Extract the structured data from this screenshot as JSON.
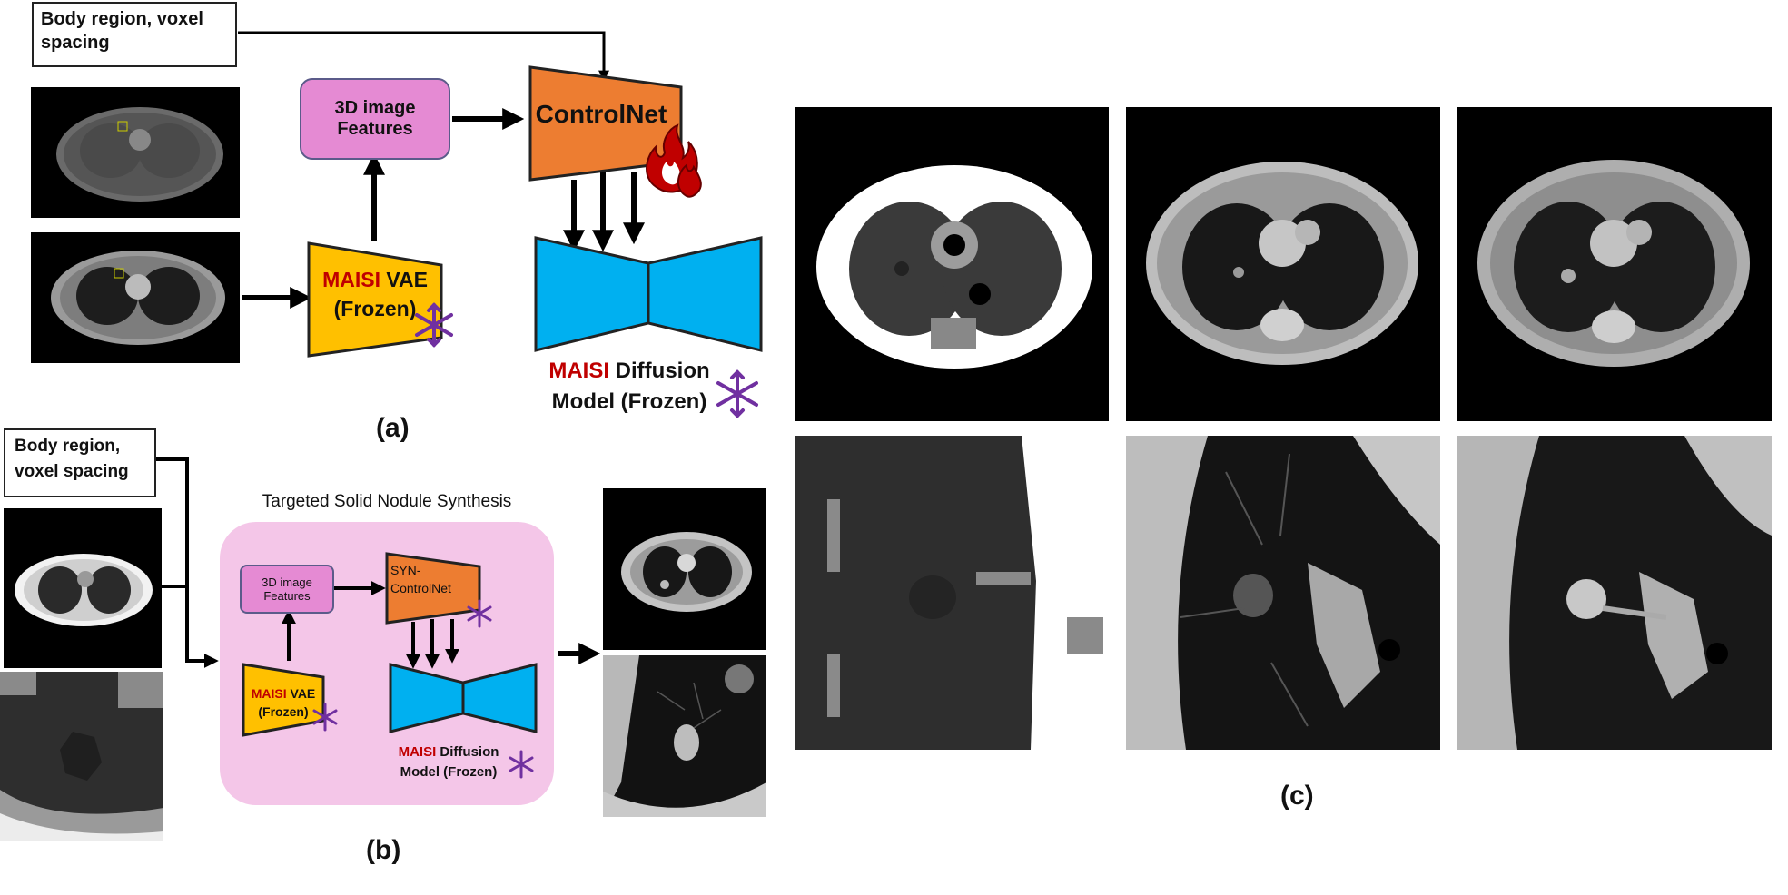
{
  "colors": {
    "vae": "#ffc000",
    "controlnet": "#ed7d31",
    "diffusion": "#00b0f0",
    "features": "#e58ad3",
    "pinkbox": "#f4c6e8",
    "maisi_red": "#c00000",
    "snowflake": "#7030a0",
    "flame": "#c00000"
  },
  "panel_a": {
    "condition_box": "Body region, voxel spacing",
    "features_box": "3D image Features",
    "controlnet": "ControlNet",
    "vae_red": "MAISI",
    "vae_rest": " VAE",
    "vae_frozen": "(Frozen)",
    "diff_red": "MAISI",
    "diff_rest": " Diffusion",
    "diff_frozen": "Model (Frozen)",
    "label": "(a)"
  },
  "panel_b": {
    "condition_box": "Body region, voxel spacing",
    "title": "Targeted Solid Nodule Synthesis",
    "features_box": "3D image Features",
    "controlnet": "SYN-ControlNet",
    "vae_red": "MAISI",
    "vae_rest": " VAE",
    "vae_frozen": "(Frozen)",
    "diff_red": "MAISI",
    "diff_rest": " Diffusion",
    "diff_frozen": "Model (Frozen)",
    "label": "(b)"
  },
  "panel_c": {
    "label": "(c)"
  },
  "icons": [
    "snowflake-icon",
    "flame-icon",
    "arrow-icon"
  ]
}
